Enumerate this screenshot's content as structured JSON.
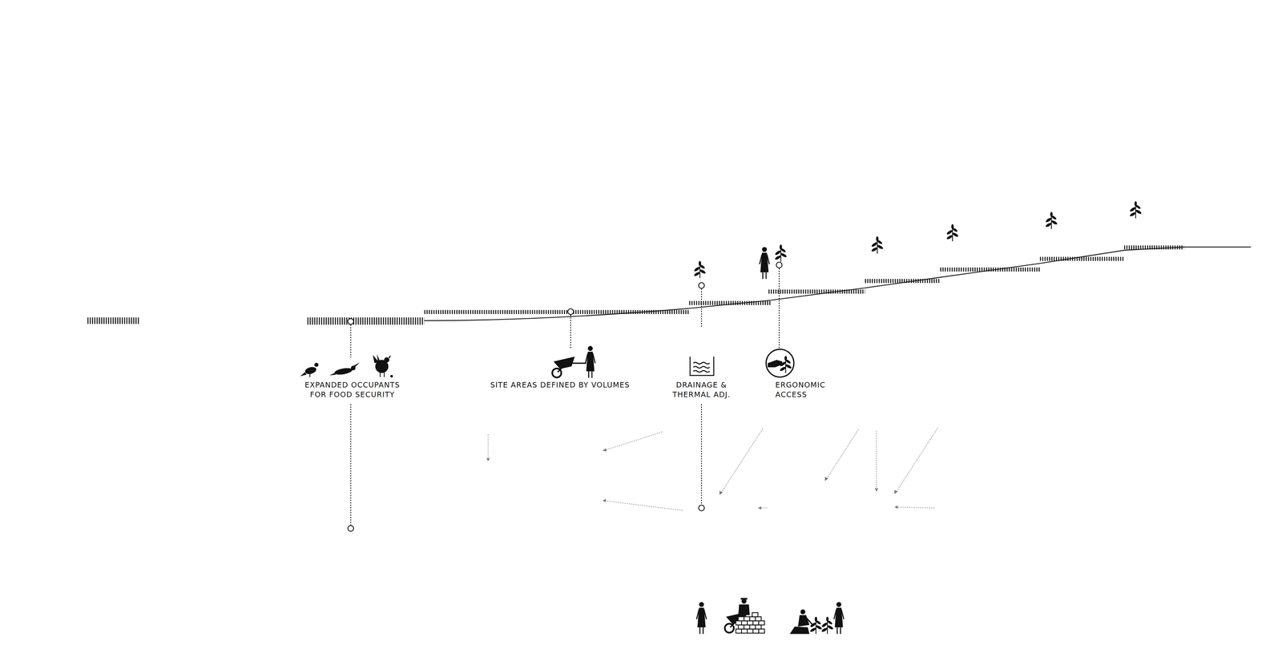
{
  "diagram": {
    "labels": [
      "EXPANDED OCCUPANTS FOR FOOD SECURITY",
      "SITE AREAS DEFINED BY VOLUMES",
      "DRAINAGE & THERMAL ADJ.",
      "ERGONOMIC ACCESS"
    ]
  }
}
